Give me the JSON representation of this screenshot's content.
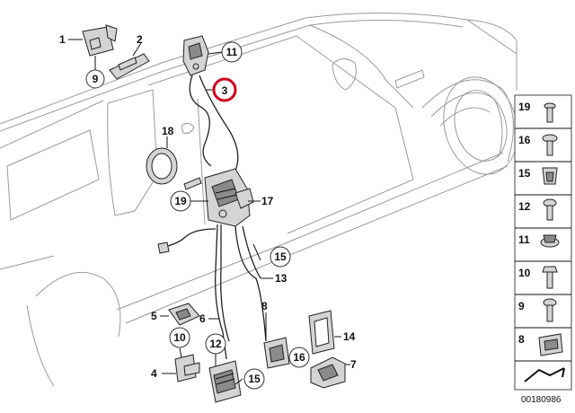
{
  "diagram": {
    "callouts": [
      "1",
      "2",
      "9",
      "11",
      "3",
      "18",
      "17",
      "19",
      "15",
      "13",
      "8",
      "5",
      "6",
      "10",
      "12",
      "14",
      "4",
      "16",
      "7",
      "15"
    ],
    "highlight_color": "#d0021b"
  },
  "fasteners": {
    "items": [
      {
        "number": "19"
      },
      {
        "number": "16"
      },
      {
        "number": "15"
      },
      {
        "number": "12"
      },
      {
        "number": "11"
      },
      {
        "number": "10"
      },
      {
        "number": "9"
      },
      {
        "number": "8"
      }
    ]
  },
  "doc_id": "00180986"
}
